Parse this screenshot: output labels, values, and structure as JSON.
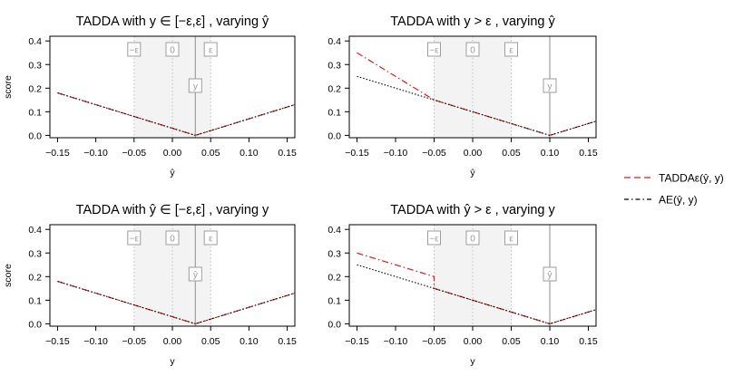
{
  "chart_data": [
    {
      "type": "line",
      "title": "TADDA with y ∈ [−ε,ε] , varying ŷ",
      "xlabel": "ŷ",
      "ylabel": "score",
      "xlim": [
        -0.16,
        0.16
      ],
      "ylim": [
        0,
        0.4
      ],
      "xticks": [
        -0.15,
        -0.1,
        -0.05,
        0.0,
        0.05,
        0.1,
        0.15
      ],
      "xtick_labels": [
        "−0.15",
        "−0.10",
        "−0.05",
        "0.00",
        "0.05",
        "0.10",
        "0.15"
      ],
      "yticks": [
        0.0,
        0.1,
        0.2,
        0.3,
        0.4
      ],
      "ytick_labels": [
        "0.0",
        "0.1",
        "0.2",
        "0.3",
        "0.4"
      ],
      "shaded_interval": [
        -0.05,
        0.05
      ],
      "markers": [
        {
          "label": "−ε",
          "x": -0.05
        },
        {
          "label": "0",
          "x": 0.0
        },
        {
          "label": "ε",
          "x": 0.05
        },
        {
          "label": "y",
          "x": 0.03
        }
      ],
      "series": [
        {
          "name": "TADDA",
          "color": "#e41a1c",
          "x": [
            -0.15,
            0.03,
            0.16
          ],
          "values": [
            0.18,
            0.0,
            0.13
          ]
        },
        {
          "name": "AE",
          "color": "#000000",
          "x": [
            -0.15,
            0.03,
            0.16
          ],
          "values": [
            0.18,
            0.0,
            0.13
          ]
        }
      ]
    },
    {
      "type": "line",
      "title": "TADDA with y > ε , varying ŷ",
      "xlabel": "ŷ",
      "ylabel": "",
      "xlim": [
        -0.16,
        0.16
      ],
      "ylim": [
        0,
        0.4
      ],
      "xticks": [
        -0.15,
        -0.1,
        -0.05,
        0.0,
        0.05,
        0.1,
        0.15
      ],
      "xtick_labels": [
        "−0.15",
        "−0.10",
        "−0.05",
        "0.00",
        "0.05",
        "0.10",
        "0.15"
      ],
      "yticks": [
        0.0,
        0.1,
        0.2,
        0.3,
        0.4
      ],
      "ytick_labels": [
        "0.0",
        "0.1",
        "0.2",
        "0.3",
        "0.4"
      ],
      "shaded_interval": [
        -0.05,
        0.05
      ],
      "markers": [
        {
          "label": "−ε",
          "x": -0.05
        },
        {
          "label": "0",
          "x": 0.0
        },
        {
          "label": "ε",
          "x": 0.05
        },
        {
          "label": "y",
          "x": 0.1
        }
      ],
      "series": [
        {
          "name": "TADDA",
          "color": "#e41a1c",
          "x": [
            -0.15,
            -0.05,
            0.1,
            0.16
          ],
          "values": [
            0.35,
            0.15,
            0.0,
            0.06
          ]
        },
        {
          "name": "AE",
          "color": "#000000",
          "x": [
            -0.15,
            0.1,
            0.16
          ],
          "values": [
            0.25,
            0.0,
            0.06
          ]
        }
      ]
    },
    {
      "type": "line",
      "title": "TADDA with ŷ ∈ [−ε,ε] , varying y",
      "xlabel": "y",
      "ylabel": "score",
      "xlim": [
        -0.16,
        0.16
      ],
      "ylim": [
        0,
        0.4
      ],
      "xticks": [
        -0.15,
        -0.1,
        -0.05,
        0.0,
        0.05,
        0.1,
        0.15
      ],
      "xtick_labels": [
        "−0.15",
        "−0.10",
        "−0.05",
        "0.00",
        "0.05",
        "0.10",
        "0.15"
      ],
      "yticks": [
        0.0,
        0.1,
        0.2,
        0.3,
        0.4
      ],
      "ytick_labels": [
        "0.0",
        "0.1",
        "0.2",
        "0.3",
        "0.4"
      ],
      "shaded_interval": [
        -0.05,
        0.05
      ],
      "markers": [
        {
          "label": "−ε",
          "x": -0.05
        },
        {
          "label": "0",
          "x": 0.0
        },
        {
          "label": "ε",
          "x": 0.05
        },
        {
          "label": "ŷ",
          "x": 0.03
        }
      ],
      "series": [
        {
          "name": "TADDA",
          "color": "#e41a1c",
          "x": [
            -0.15,
            0.03,
            0.16
          ],
          "values": [
            0.18,
            0.0,
            0.13
          ]
        },
        {
          "name": "AE",
          "color": "#000000",
          "x": [
            -0.15,
            0.03,
            0.16
          ],
          "values": [
            0.18,
            0.0,
            0.13
          ]
        }
      ]
    },
    {
      "type": "line",
      "title": "TADDA with ŷ > ε , varying y",
      "xlabel": "y",
      "ylabel": "",
      "xlim": [
        -0.16,
        0.16
      ],
      "ylim": [
        0,
        0.4
      ],
      "xticks": [
        -0.15,
        -0.1,
        -0.05,
        0.0,
        0.05,
        0.1,
        0.15
      ],
      "xtick_labels": [
        "−0.15",
        "−0.10",
        "−0.05",
        "0.00",
        "0.05",
        "0.10",
        "0.15"
      ],
      "yticks": [
        0.0,
        0.1,
        0.2,
        0.3,
        0.4
      ],
      "ytick_labels": [
        "0.0",
        "0.1",
        "0.2",
        "0.3",
        "0.4"
      ],
      "shaded_interval": [
        -0.05,
        0.05
      ],
      "markers": [
        {
          "label": "−ε",
          "x": -0.05
        },
        {
          "label": "0",
          "x": 0.0
        },
        {
          "label": "ε",
          "x": 0.05
        },
        {
          "label": "ŷ",
          "x": 0.1
        }
      ],
      "series": [
        {
          "name": "TADDA",
          "color": "#e41a1c",
          "x": [
            -0.15,
            -0.05,
            -0.05,
            0.1,
            0.16
          ],
          "values": [
            0.3,
            0.2,
            0.15,
            0.0,
            0.06
          ]
        },
        {
          "name": "AE",
          "color": "#000000",
          "x": [
            -0.15,
            0.1,
            0.16
          ],
          "values": [
            0.25,
            0.0,
            0.06
          ]
        }
      ]
    }
  ],
  "legend": {
    "placement": "right",
    "items": [
      {
        "label": "TADDAε(ŷ, y)",
        "color": "#e41a1c",
        "style": "dash"
      },
      {
        "label": "AE(ŷ, y)",
        "color": "#000000",
        "style": "dotdash"
      }
    ]
  }
}
